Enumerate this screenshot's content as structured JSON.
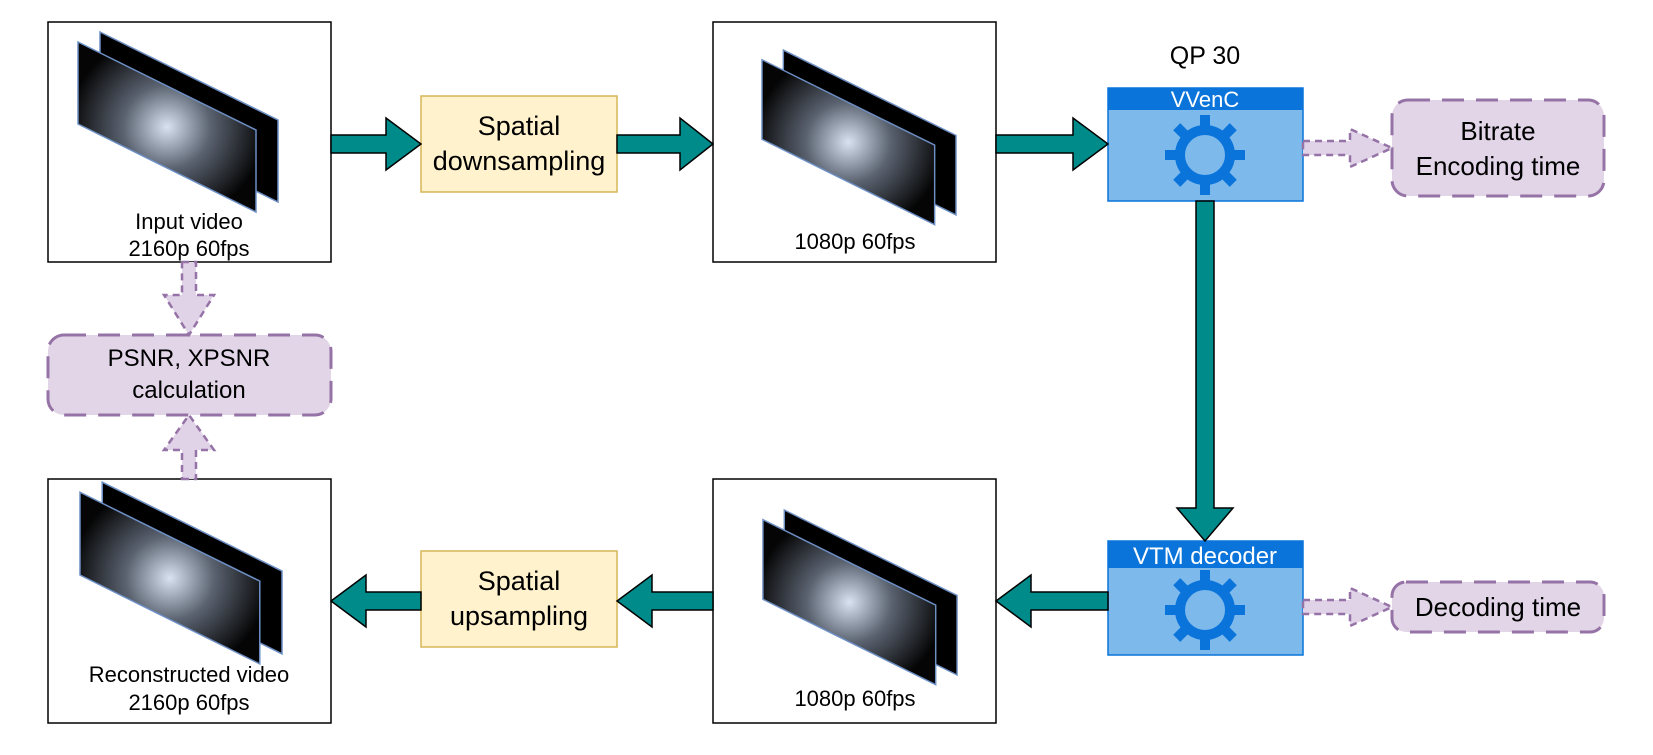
{
  "frames": {
    "input_line1": "Input video",
    "input_line2": "2160p 60fps",
    "down_label": "1080p 60fps",
    "decoded_label": "1080p 60fps",
    "recon_line1": "Reconstructed video",
    "recon_line2": "2160p 60fps"
  },
  "processes": {
    "downsampling_line1": "Spatial",
    "downsampling_line2": "downsampling",
    "upsampling_line1": "Spatial",
    "upsampling_line2": "upsampling"
  },
  "encoder": {
    "qp": "QP 30",
    "title": "VVenC"
  },
  "decoder": {
    "title": "VTM decoder"
  },
  "outputs": {
    "encoder_line1": "Bitrate",
    "encoder_line2": "Encoding time",
    "decoder": "Decoding time",
    "quality_line1": "PSNR, XPSNR",
    "quality_line2": "calculation"
  },
  "colors": {
    "flow_arrow": "#008B8B",
    "metric_arrow": "#E0D3E8",
    "metric_border": "#9673A6",
    "process_fill": "#FFF2CC",
    "process_border": "#D6B656",
    "codec_fill": "#7EB9EC",
    "codec_header": "#0A74DA",
    "gear": "#0A74DA"
  },
  "icons": {
    "frame_stack": "video-frame-stack-icon",
    "gear": "gear-icon"
  }
}
